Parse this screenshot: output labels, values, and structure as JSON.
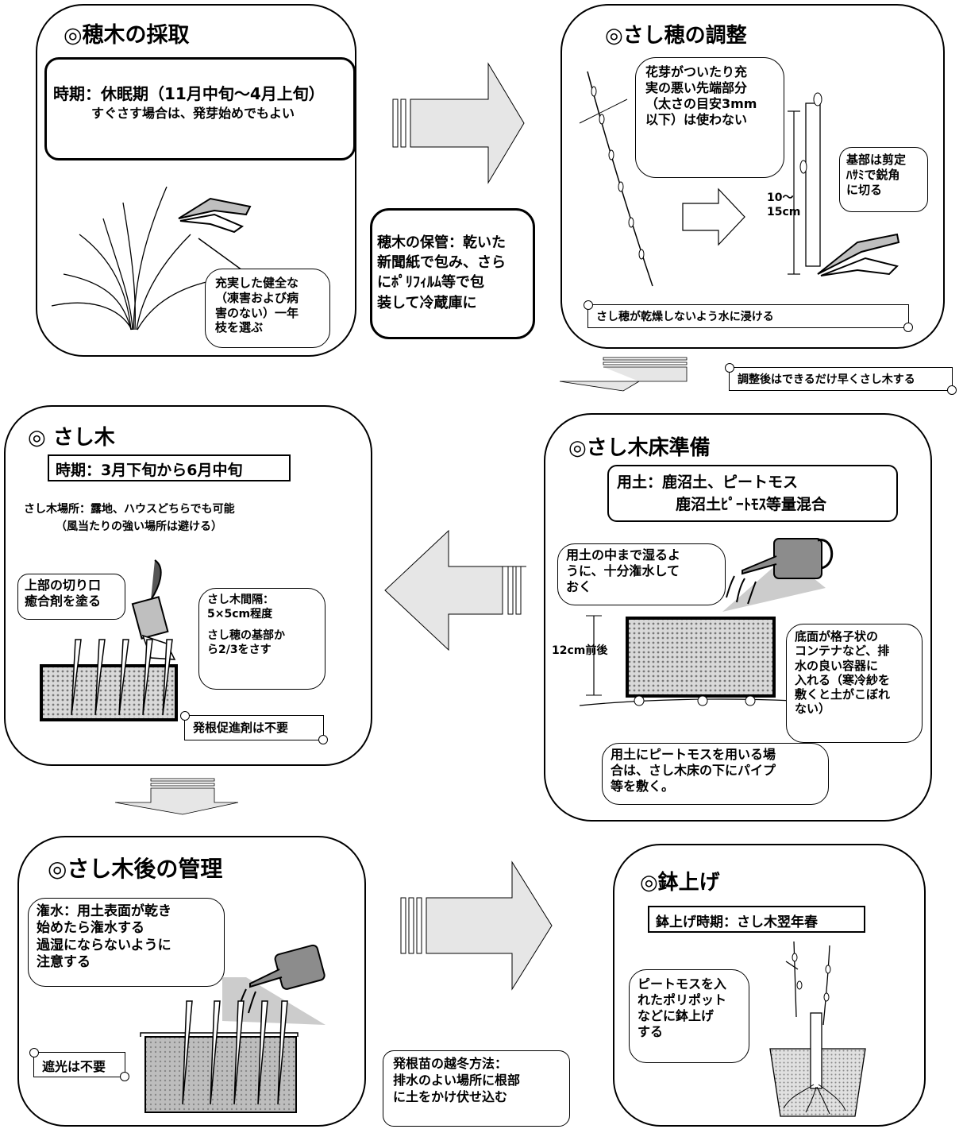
{
  "panels": {
    "harvest": {
      "title": "◎穂木の採取",
      "period_main": "時期：休眠期（11月中旬～4月上旬）",
      "period_sub": "すぐさす場合は、発芽始めでもよい",
      "select_note": [
        "充実した健全な",
        "（凍害および病",
        "害のない）一年",
        "枝を選ぶ"
      ]
    },
    "storage": {
      "text": [
        "穂木の保管：乾いた",
        "新聞紙で包み、さら",
        "にﾎﾟﾘﾌｨﾙﾑ等で包",
        "装して冷蔵庫に"
      ]
    },
    "adjust": {
      "title": "◎さし穂の調整",
      "tip_note": [
        "花芽がついたり充",
        "実の悪い先端部分",
        "（太さの目安3mm",
        "以下）は使わない"
      ],
      "length_label": [
        "10～",
        "15cm"
      ],
      "cut_note": [
        "基部は剪定",
        "ﾊｻﾐで鋭角",
        "に切る"
      ],
      "water_note": "さし穂が乾燥しないよう水に浸ける",
      "after_note": "調整後はできるだけ早くさし木する"
    },
    "bed": {
      "title": "◎さし木床準備",
      "soil_line1": "用土：鹿沼土、ピートモス",
      "soil_line2": "鹿沼土ﾋﾟｰﾄﾓｽ等量混合",
      "water_note": [
        "用土の中まで湿るよ",
        "うに、十分潅水して",
        "おく"
      ],
      "depth_label": "12cm前後",
      "container_note": [
        "底面が格子状の",
        "コンテナなど、排",
        "水の良い容器に",
        "入れる（寒冷紗を",
        "敷くと土がこぼれ",
        "ない）"
      ],
      "pipe_note": [
        "用土にピートモスを用いる場",
        "合は、さし木床の下にパイプ",
        "等を敷く。"
      ]
    },
    "cutting": {
      "title": "◎ さし木",
      "period": "時期：3月下旬から6月中旬",
      "place_line1": "さし木場所：露地、ハウスどちらでも可能",
      "place_line2": "（風当たりの強い場所は避ける）",
      "cut_top_note": [
        "上部の切り口",
        "癒合剤を塗る"
      ],
      "spacing_note": [
        "さし木間隔：",
        "5×5cm程度",
        "",
        "さし穂の基部か",
        "ら2/3をさす"
      ],
      "rooting_note": "発根促進剤は不要"
    },
    "after_care": {
      "title": "◎さし木後の管理",
      "water_note": [
        "潅水：用土表面が乾き",
        "始めたら潅水する",
        "過湿にならないように",
        "注意する"
      ],
      "shade_note": "遮光は不要"
    },
    "winter": {
      "text": [
        "発根苗の越冬方法：",
        "排水のよい場所に根部",
        "に土をかけ伏せ込む"
      ]
    },
    "potting": {
      "title": "◎鉢上げ",
      "period": "鉢上げ時期：さし木翌年春",
      "note": [
        "ピートモスを入",
        "れたポリポット",
        "などに鉢上げ",
        "する"
      ]
    }
  },
  "colors": {
    "outline": "#000000",
    "fill_gray": "#bfbfbf",
    "soil_gray": "#8c8c8c",
    "arrow_fill": "#e6e6e6"
  }
}
